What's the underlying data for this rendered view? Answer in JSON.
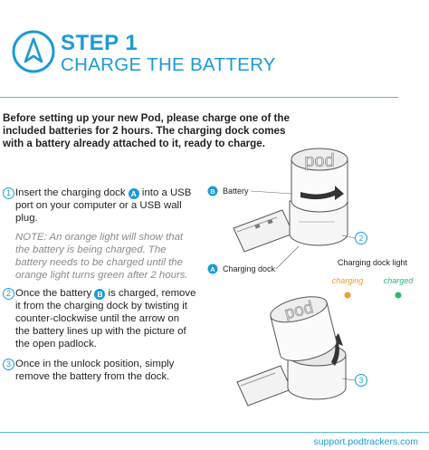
{
  "header": {
    "step_title": "STEP 1",
    "step_subtitle": "CHARGE THE BATTERY",
    "logo_icon": "compass-arrow-icon"
  },
  "intro": "Before setting up your new Pod, please charge one of the included batteries for 2 hours. The charging dock comes with a battery already attached to it, ready to charge.",
  "steps": [
    {
      "number": "1",
      "before": "Insert the charging dock ",
      "badge": "A",
      "after": " into a USB port on your computer or a USB wall plug."
    },
    {
      "number": "2",
      "before": "Once the battery ",
      "badge": "B",
      "after": " is charged, remove it from the charging dock by twisting it counter-clockwise until the arrow on the battery lines up with the picture of the open padlock."
    },
    {
      "number": "3",
      "before": "Once in the unlock position, simply remove the battery from the dock.",
      "badge": "",
      "after": ""
    }
  ],
  "note": "NOTE: An orange light will show that the battery is being charged. The battery needs to be charged until the orange light turns green after 2 hours.",
  "illustration": {
    "battery_badge": "B",
    "battery_label": "Battery",
    "dock_badge": "A",
    "dock_label": "Charging dock",
    "battery_brand": "pod",
    "figure_2_number": "2",
    "figure_3_number": "3",
    "light_title": "Charging dock light",
    "light_charging": "charging",
    "light_charged": "charged"
  },
  "colors": {
    "accent": "#1c9ad6",
    "charging": "#f39a2b",
    "charged": "#2bb673"
  },
  "footer": {
    "url": "support.podtrackers.com"
  }
}
